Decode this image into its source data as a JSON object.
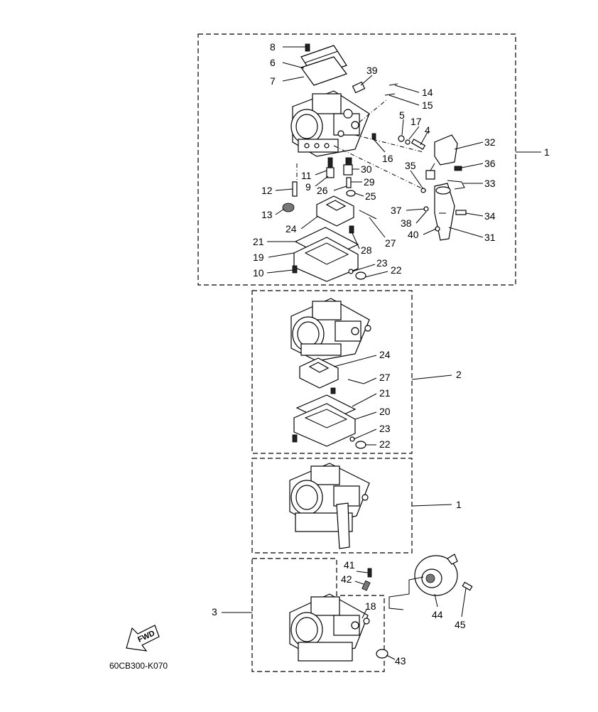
{
  "labels": {
    "p1": "1",
    "p2": "2",
    "p3": "3",
    "p4": "4",
    "p5": "5",
    "p6": "6",
    "p7": "7",
    "p8": "8",
    "p9": "9",
    "p10": "10",
    "p11": "11",
    "p12": "12",
    "p13": "13",
    "p14": "14",
    "p15": "15",
    "p16": "16",
    "p17": "17",
    "p18": "18",
    "p19": "19",
    "p20": "20",
    "p21": "21",
    "p22": "22",
    "p23": "23",
    "p24": "24",
    "p25": "25",
    "p26": "26",
    "p27": "27",
    "p28": "28",
    "p29": "29",
    "p30": "30",
    "p31": "31",
    "p32": "32",
    "p33": "33",
    "p34": "34",
    "p35": "35",
    "p36": "36",
    "p37": "37",
    "p38": "38",
    "p39": "39",
    "p40": "40",
    "p41": "41",
    "p42": "42",
    "p43": "43",
    "p44": "44",
    "p45": "45"
  },
  "fwd_text": "FWD",
  "diagram_code": "60CB300-K070"
}
